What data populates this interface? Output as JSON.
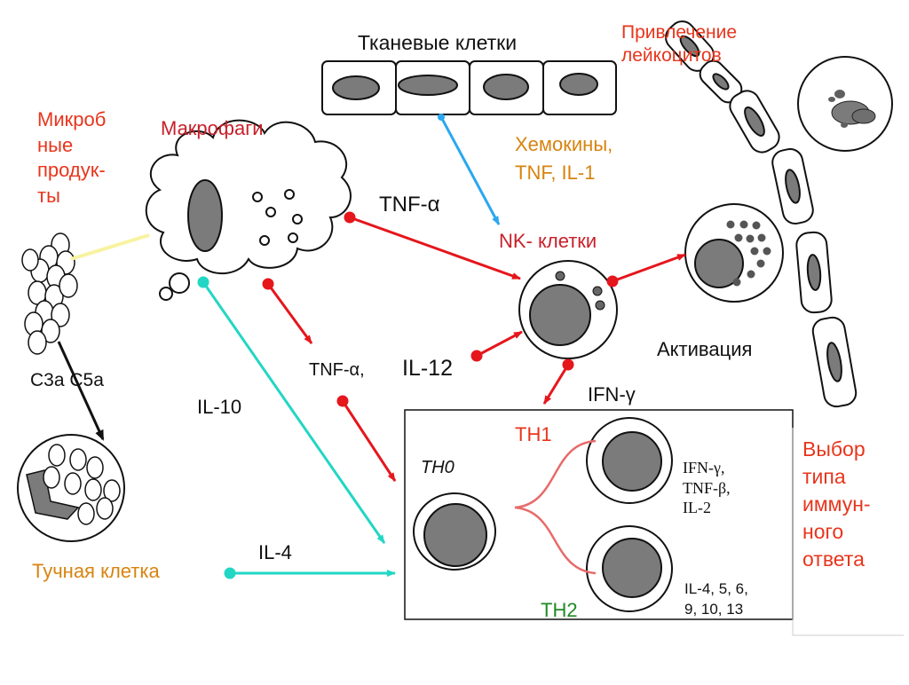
{
  "labels": {
    "tissue_cells": "Тканевые клетки",
    "leukocyte_recruitment": "Привлечение\nлейкоцитов",
    "microbial_products": "Микроб\nные\nпродук-\nты",
    "macrophages": "Макрофаги",
    "chemokines": "Хемокины,\nTNF, IL-1",
    "tnf_alpha": "TNF-α",
    "nk_cells": "NK- клетки",
    "activation": "Активация",
    "tnf_il12_a": "TNF-α,",
    "tnf_il12_b": "IL-12",
    "c3a_c5a": "C3a C5a",
    "il10": "IL-10",
    "ifn_gamma": "IFN-γ",
    "th1": "TH1",
    "th0": "TH0",
    "th2": "TH2",
    "th1_cytokines": "IFN-γ,\nTNF-β,\nIL-2",
    "th2_cytokines": "IL-4, 5, 6,\n9, 10, 13",
    "il4": "IL-4",
    "mast_cell": "Тучная клетка",
    "immune_choice": "Выбор\nтипа\nиммун-\nного\nответа"
  },
  "colors": {
    "red_arrow": "#e5161c",
    "cyan_arrow": "#22d6c4",
    "blue_arrow": "#2aa8ef",
    "yellow_line": "#f7f3a0",
    "nucleus": "#7b7b7b",
    "th_branch": "#e86a6a"
  }
}
